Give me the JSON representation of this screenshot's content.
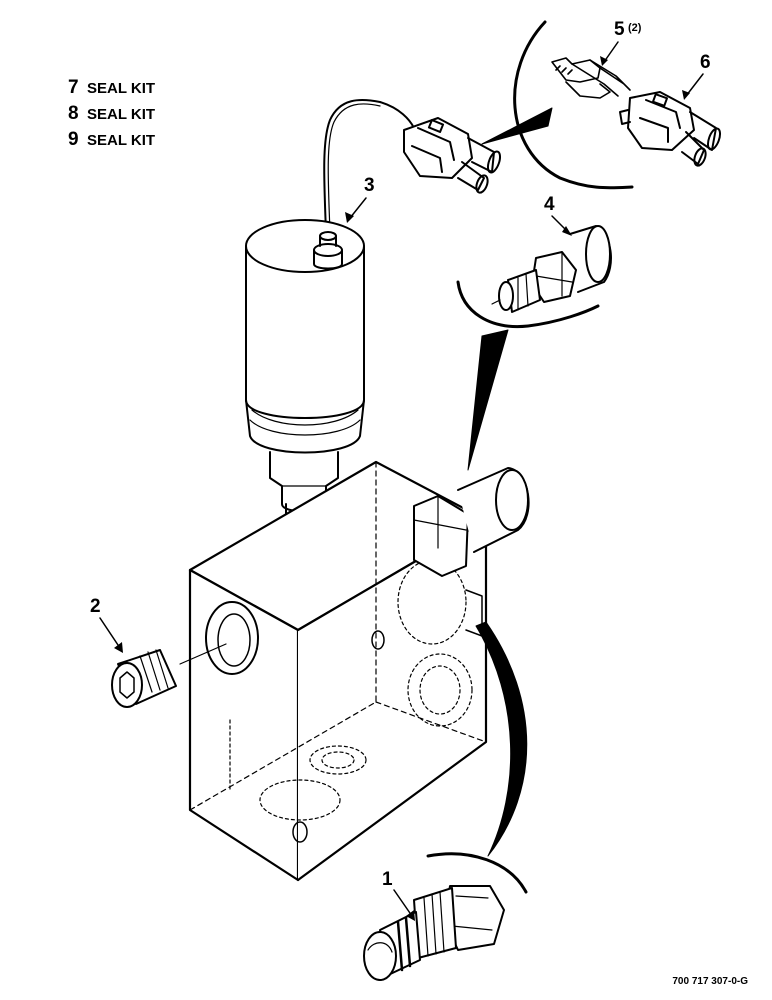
{
  "parts_list": [
    {
      "number": "7",
      "label": "SEAL KIT"
    },
    {
      "number": "8",
      "label": "SEAL KIT"
    },
    {
      "number": "9",
      "label": "SEAL KIT"
    }
  ],
  "callouts": {
    "c1": "1",
    "c2": "2",
    "c3": "3",
    "c4": "4",
    "c5": "5",
    "c5_qty": "(2)",
    "c6": "6"
  },
  "figure_id": "700 717 307-0-G"
}
